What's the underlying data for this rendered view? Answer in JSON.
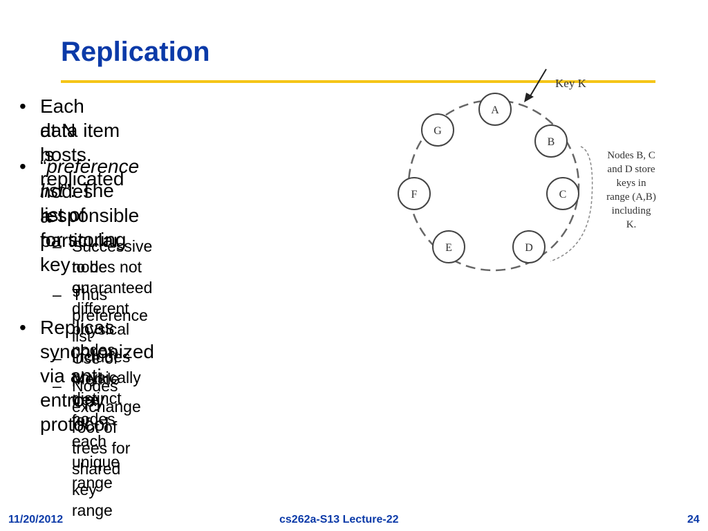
{
  "slide": {
    "title": "Replication",
    "bullets": {
      "b1_l1": "Each data item is replicated",
      "b1_l2": "at N hosts.",
      "b2_open_quote": "“",
      "b2_italic": "preference list",
      "b2_close_quote": "”: The list of",
      "b2_l2": "nodes responsible for storing",
      "b2_l3": "a particular key",
      "s1_l1": "Successive nodes not guaranteed",
      "s1_l2": "to be on different physical nodes",
      "s2": "Thus preference list includes physically distinct nodes",
      "b3": "Replicas synchronized via anti-entropy protocol",
      "s3": "Use of Merkle tree for each unique range",
      "s4": "Nodes exchange root of trees for shared key range",
      "bullet_symbol": "•",
      "dash_symbol": "–"
    },
    "diagram": {
      "key_label": "Key K",
      "nodes": [
        "A",
        "B",
        "C",
        "D",
        "E",
        "F",
        "G"
      ],
      "caption": [
        "Nodes B, C",
        "and D store",
        "keys in",
        "range (A,B)",
        "including",
        "K."
      ]
    },
    "footer": {
      "date": "11/20/2012",
      "course": "cs262a-S13 Lecture-22",
      "page": "24"
    }
  }
}
